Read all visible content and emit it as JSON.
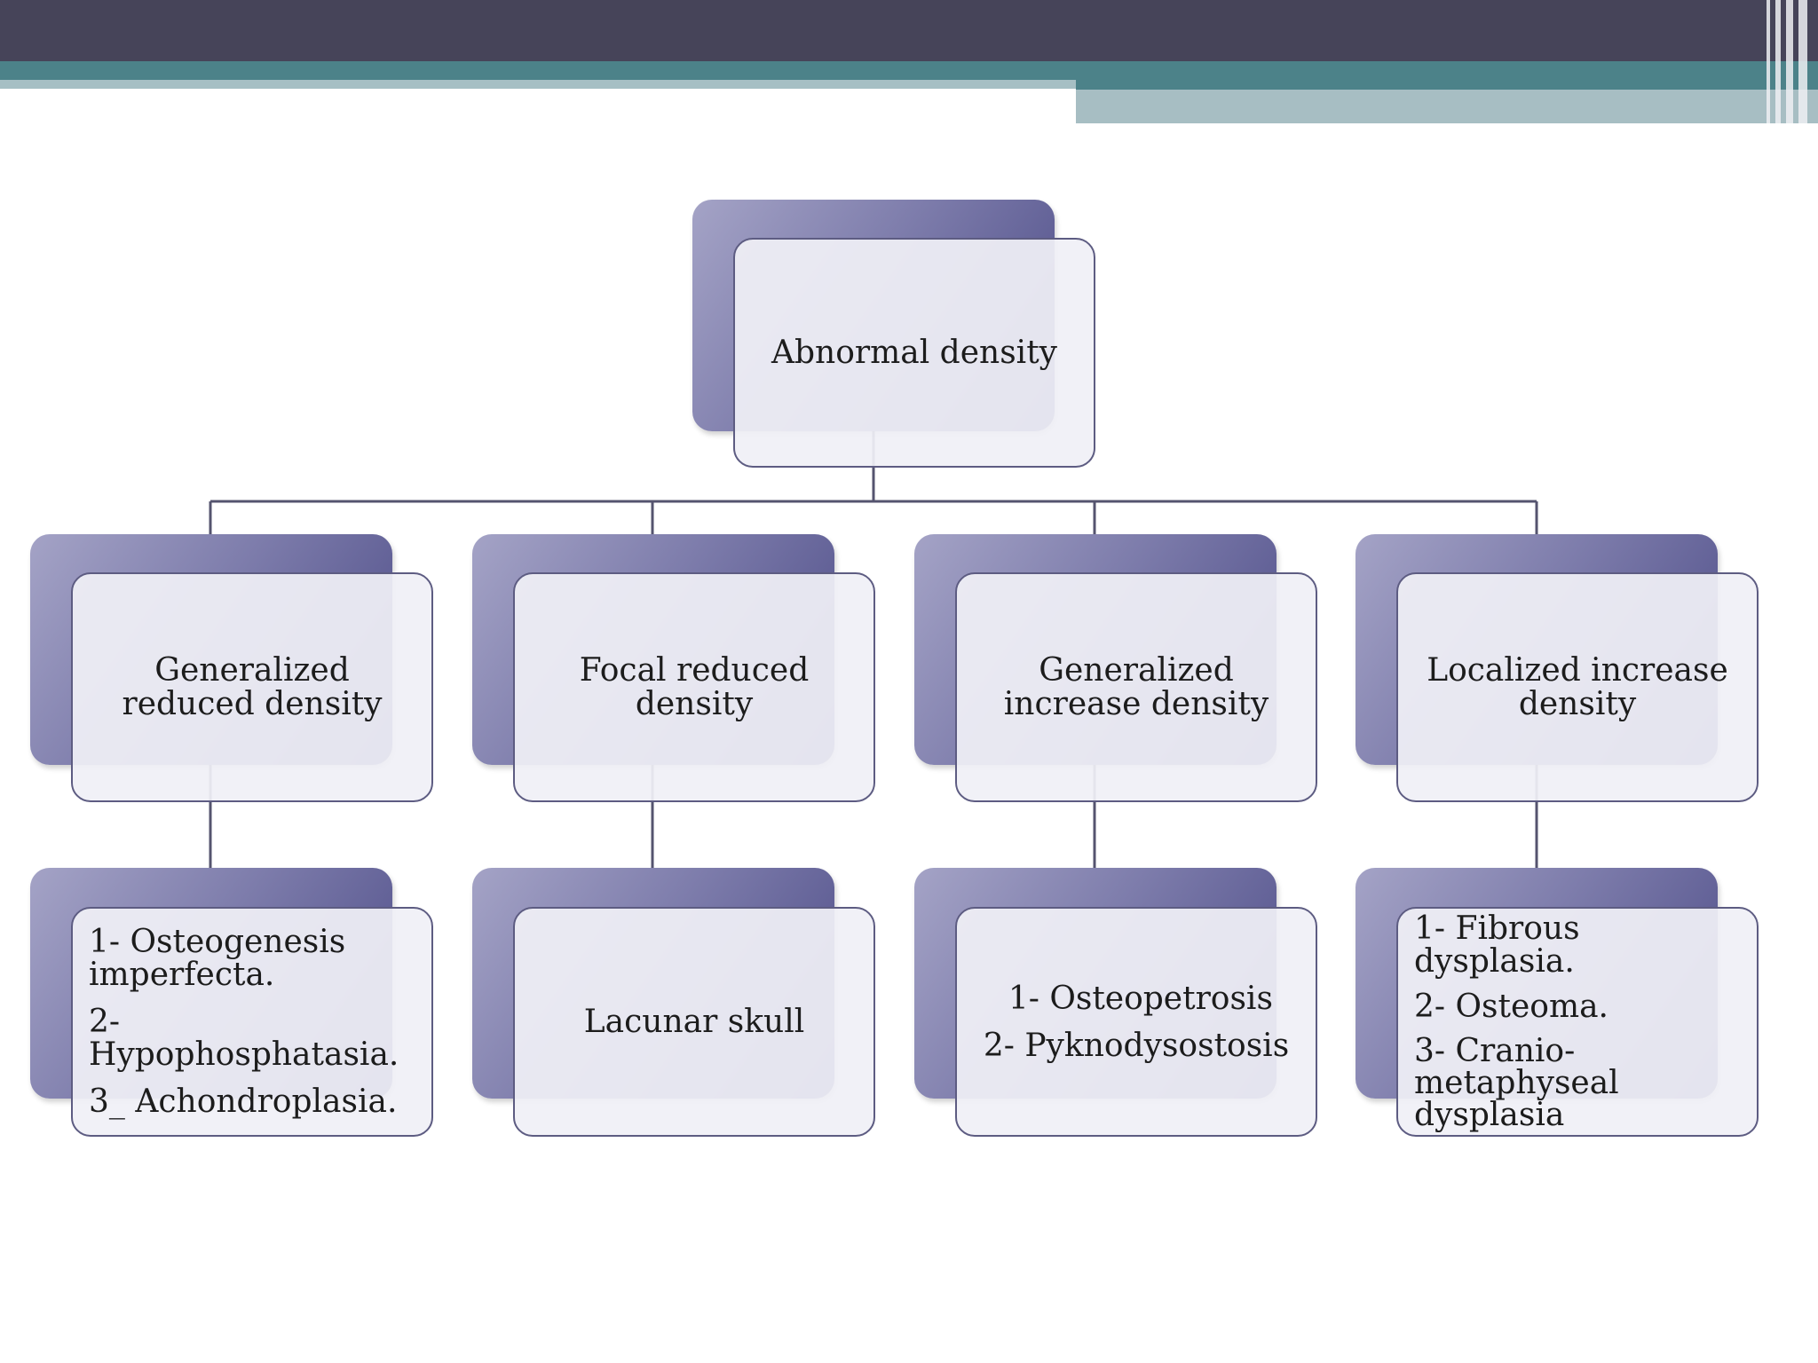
{
  "diagram": {
    "root": {
      "label": "Abnormal density"
    },
    "categories": [
      {
        "label": "Generalized reduced density",
        "examples": [
          "1- Osteogenesis imperfecta.",
          "2- Hypophosphatasia.",
          "3_ Achondroplasia."
        ]
      },
      {
        "label": "Focal reduced density",
        "examples": [
          "Lacunar skull"
        ]
      },
      {
        "label": "Generalized increase density",
        "examples": [
          "1- Osteopetrosis",
          "2- Pyknodysostosis"
        ]
      },
      {
        "label": "Localized increase density",
        "examples": [
          "1- Fibrous dysplasia.",
          "2- Osteoma.",
          "3- Cranio-metaphyseal dysplasia"
        ]
      }
    ]
  },
  "colors": {
    "banner_dark": "#464459",
    "banner_teal": "#4c8289",
    "banner_pale": "#a6bfc4",
    "node_gradient_light": "#a4a3c6",
    "node_gradient_dark": "#4a4985",
    "node_border": "#5d5c82",
    "connector": "#55546f"
  }
}
